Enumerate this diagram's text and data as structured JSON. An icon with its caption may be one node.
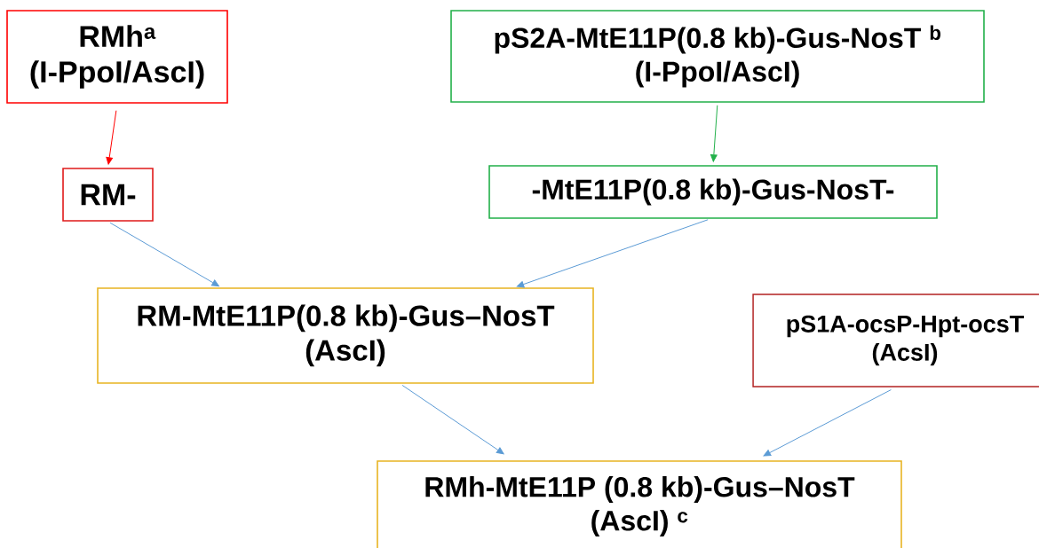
{
  "diagram": {
    "nodes": [
      {
        "text": [
          "RMh$^{a}$",
          "(I-PpoI/AscI)"
        ]
      },
      {
        "text": [
          "RM-"
        ]
      },
      {
        "text": [
          "pS2A-MtE11P(0.8 kb)-Gus-NosT $^{b}$",
          "(I-PpoI/AscI)"
        ]
      },
      {
        "text": [
          "-MtE11P(0.8 kb)-Gus-NosT-"
        ]
      },
      {
        "text": [
          "RM-MtE11P(0.8 kb)-Gus–NosT",
          "(AscI)"
        ]
      },
      {
        "text": [
          "pS1A-ocsP-Hpt-ocsT",
          "(AcsI)"
        ]
      },
      {
        "text": [
          "RMh-MtE11P (0.8 kb)-Gus–NosT",
          "(AscI) $^{c}$"
        ]
      }
    ],
    "edges": [
      {
        "from": 0,
        "to": 1,
        "arrow": "to",
        "color": "#ff0000"
      },
      {
        "from": 2,
        "to": 3,
        "arrow": "to",
        "color": "#22b04a"
      },
      {
        "from": 1,
        "to": 4,
        "arrow": "to"
      },
      {
        "from": 3,
        "to": 4,
        "arrow": "to"
      },
      {
        "from": 4,
        "to": 6,
        "arrow": "to"
      },
      {
        "from": 5,
        "to": 6,
        "arrow": "to"
      }
    ]
  }
}
